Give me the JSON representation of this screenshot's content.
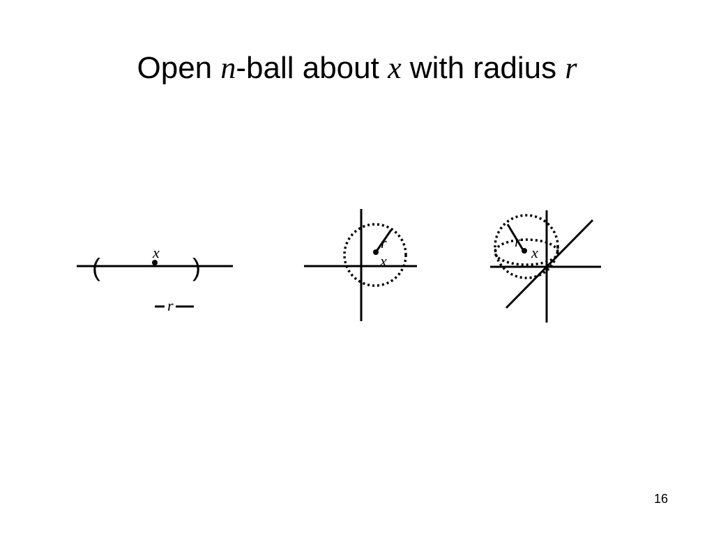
{
  "slide": {
    "title": {
      "p1": "Open ",
      "n": "n",
      "p2": "-ball about ",
      "x": "x",
      "p3": " with radius ",
      "r": "r"
    },
    "page_number": "16"
  },
  "diagram_1d": {
    "left_paren": "(",
    "right_paren": ")",
    "center_label": "x",
    "radius_label": "r"
  },
  "diagram_2d": {
    "center_label": "x",
    "radius_label": "r"
  },
  "diagram_3d": {
    "center_label": "x",
    "radius_label": "r"
  }
}
